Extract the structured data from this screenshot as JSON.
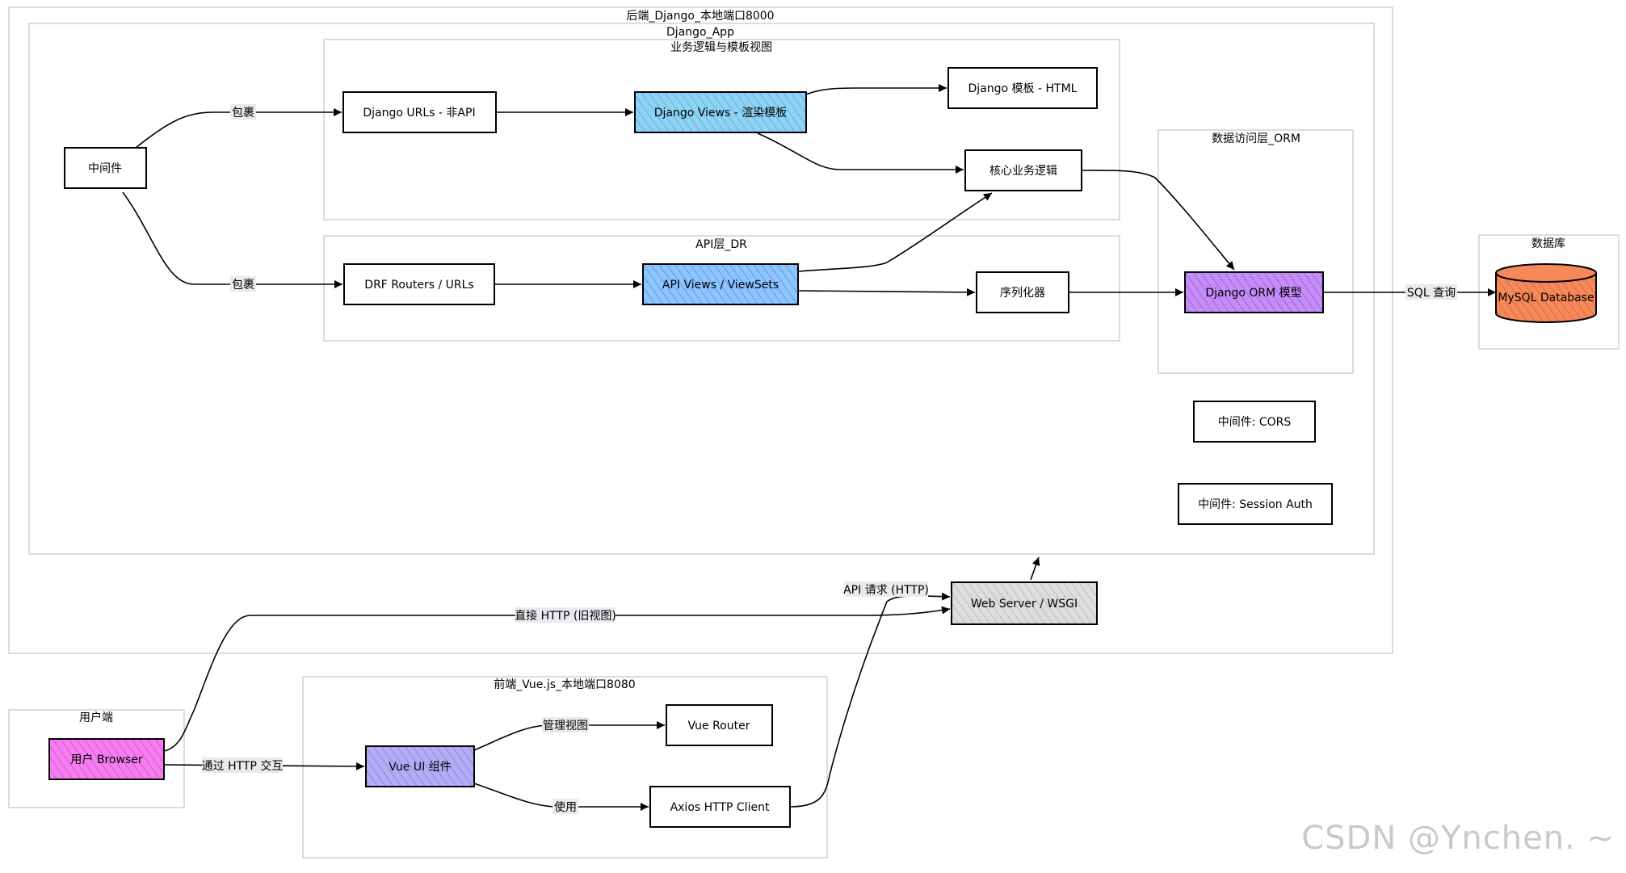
{
  "groups": {
    "backend": "后端_Django_本地端口8000",
    "django_app": "Django_App",
    "biz_view": "业务逻辑与模板视图",
    "api_layer": "API层_DR",
    "orm_layer": "数据访问层_ORM",
    "database": "数据库",
    "frontend": "前端_Vue.js_本地端口8080",
    "user_side": "用户端"
  },
  "nodes": {
    "middleware": "中间件",
    "django_urls": "Django URLs - 非API",
    "django_views": "Django Views - 渲染模板",
    "django_template": "Django 模板 - HTML",
    "core_logic": "核心业务逻辑",
    "drf_routers": "DRF Routers / URLs",
    "api_views": "API Views / ViewSets",
    "serializer": "序列化器",
    "orm_model": "Django ORM 模型",
    "mysql": "MySQL Database",
    "cors": "中间件: CORS",
    "session_auth": "中间件: Session Auth",
    "web_server": "Web Server / WSGI",
    "user_browser": "用户 Browser",
    "vue_ui": "Vue UI 组件",
    "vue_router": "Vue Router",
    "axios": "Axios HTTP Client"
  },
  "edges": {
    "wrap1": "包裹",
    "wrap2": "包裹",
    "sql_query": "SQL 查询",
    "api_request": "API 请求 (HTTP)",
    "direct_http": "直接 HTTP (旧视图)",
    "via_http": "通过 HTTP 交互",
    "manage_view": "管理视图",
    "use": "使用"
  },
  "colors": {
    "django_views": "#8fd3f4",
    "api_views": "#8ec5ff",
    "orm_model": "#c58ef7",
    "mysql": "#f5895a",
    "web_server": "#d9d9d9",
    "user_browser": "#f47ef0",
    "vue_ui": "#b3adf5"
  },
  "watermark": "CSDN @Ynchen. ~"
}
